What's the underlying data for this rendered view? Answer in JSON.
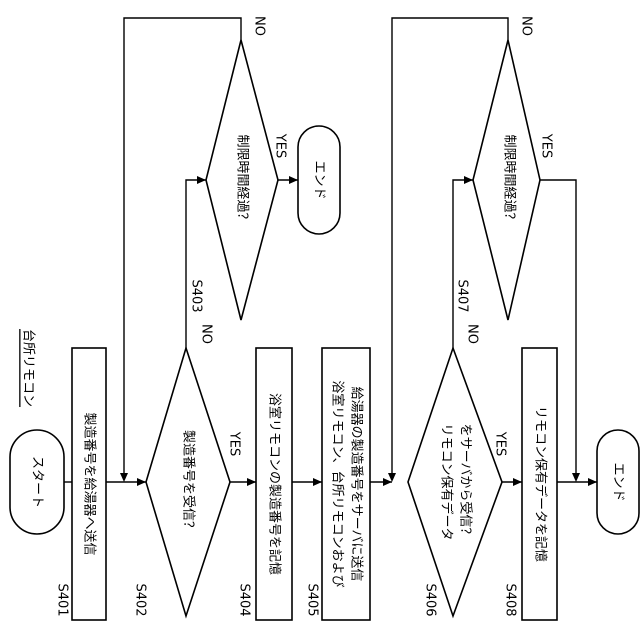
{
  "title": "台所リモコン",
  "nodes": {
    "start": "スタート",
    "s401": "製造番号を給湯器へ送信",
    "s402": "製造番号を受信？",
    "s403": "制限時間経過？",
    "end1": "エンド",
    "s404": "浴室リモコンの製造番号を記憶",
    "s405_line1": "浴室リモコン、台所リモコンおよび",
    "s405_line2": "給湯器の製造番号をサーバに送信",
    "s406_line1": "リモコン保有データ",
    "s406_line2": "をサーバから受信？",
    "s407": "制限時間経過？",
    "s408": "リモコン保有データを記憶",
    "end2": "エンド"
  },
  "steps": {
    "s401": "S401",
    "s402": "S402",
    "s403": "S403",
    "s404": "S404",
    "s405": "S405",
    "s406": "S406",
    "s407": "S407",
    "s408": "S408"
  },
  "branches": {
    "s402_yes": "YES",
    "s402_no": "NO",
    "s403_yes": "YES",
    "s403_no": "NO",
    "s406_yes": "YES",
    "s406_no": "NO",
    "s407_yes": "YES",
    "s407_no": "NO"
  }
}
